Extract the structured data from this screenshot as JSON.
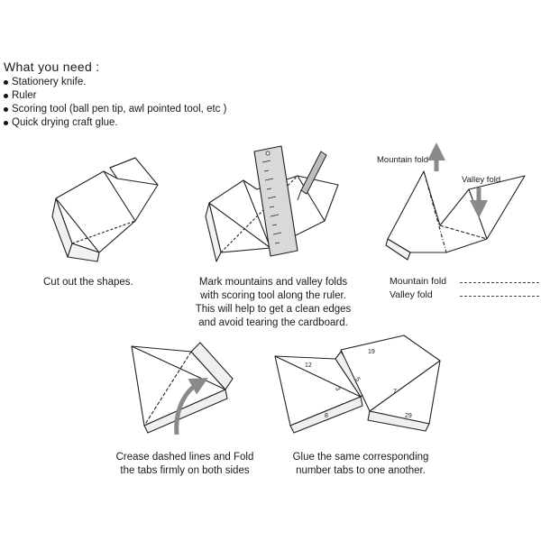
{
  "needs": {
    "title": "What you need :",
    "items": [
      "Stationery knife.",
      "Ruler",
      "Scoring tool (ball pen tip, awl pointed tool, etc )",
      "Quick drying craft glue."
    ]
  },
  "steps": {
    "cut": "Cut out the shapes.",
    "mark": [
      "Mark mountains and valley folds",
      "with scoring tool along the ruler.",
      "This will help to get a clean edges",
      "and avoid tearing the cardboard."
    ],
    "crease": [
      "Crease dashed lines and Fold",
      "the tabs firmly on both sides"
    ],
    "glue": [
      "Glue the same corresponding",
      "number  tabs to one another."
    ]
  },
  "fold_labels": {
    "mountain": "Mountain fold",
    "valley": "Valley fold"
  },
  "legend": {
    "mountain": "Mountain fold",
    "valley": "Valley fold"
  },
  "tab_numbers": [
    "12",
    "3",
    "8",
    "19",
    "5",
    "7",
    "29"
  ],
  "colors": {
    "arrow": "#8a8a8a",
    "line": "#222222"
  }
}
